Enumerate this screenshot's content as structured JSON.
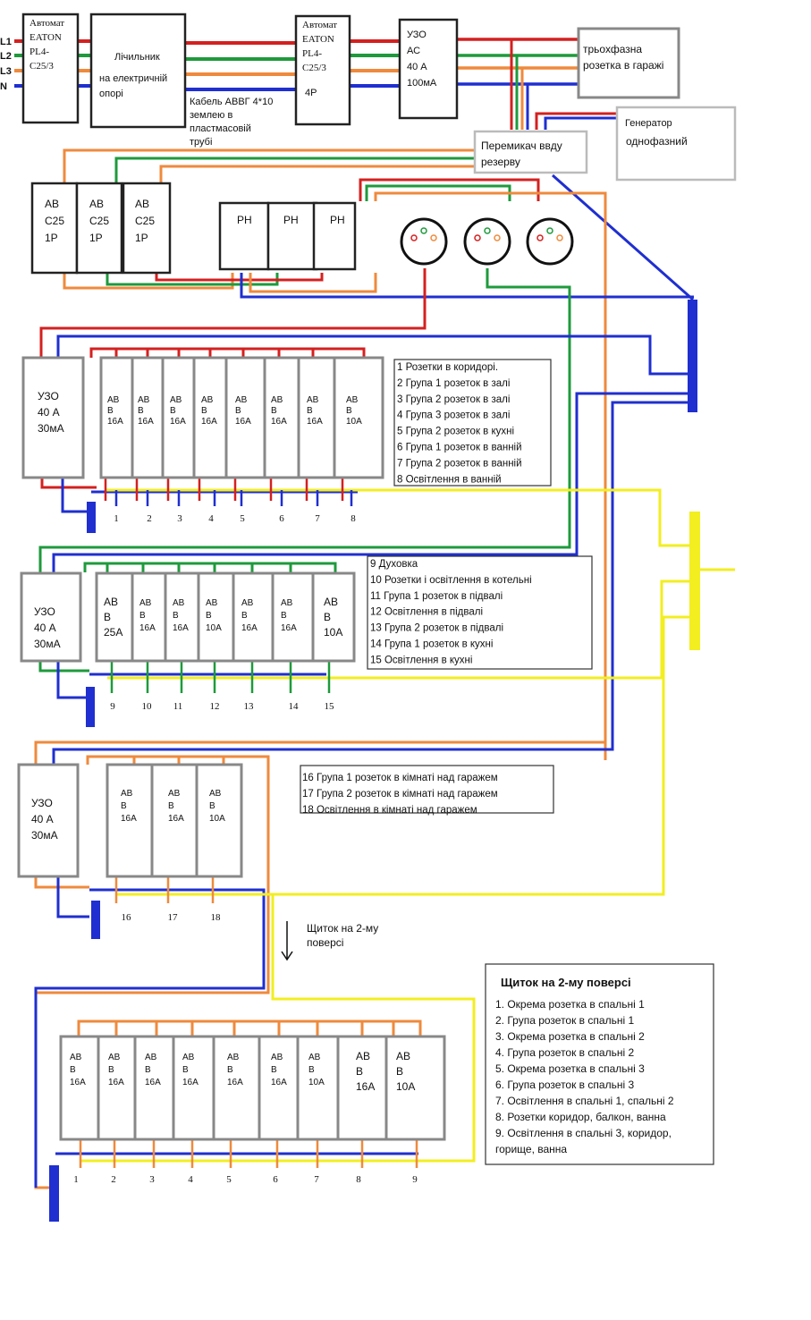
{
  "colors": {
    "L1": "#d42020",
    "L2": "#1e9a3c",
    "L3": "#ef8a3c",
    "N": "#1f2fd0",
    "PE": "#f2ee20",
    "box": "#222222",
    "gray": "#888888"
  },
  "phases": [
    "L1",
    "L2",
    "L3",
    "N"
  ],
  "top": {
    "breaker1": [
      "Автомат",
      "EATON",
      "PL4-",
      "C25/3"
    ],
    "meter": [
      "Лічильник",
      "на електричній",
      "опорі"
    ],
    "cable": [
      "Кабель АВВГ 4*10",
      "землею в",
      "пластмасовій",
      "трубі"
    ],
    "breaker2": [
      "Автомат",
      "EATON",
      "PL4-",
      "C25/3",
      "4P"
    ],
    "rcd": [
      "УЗО",
      "АС",
      "40 А",
      "100мА"
    ],
    "socket": [
      "трьохфазна",
      "розетка в гаражі"
    ],
    "generator": [
      "Генератор",
      "однофазний"
    ],
    "transfer": [
      "Перемикач ввду",
      "резерву"
    ]
  },
  "row2": {
    "breakers": [
      [
        "АВ",
        "С25",
        "1Р"
      ],
      [
        "АВ",
        "С25",
        "1Р"
      ],
      [
        "АВ",
        "С25",
        "1Р"
      ]
    ],
    "rh": [
      "РН",
      "РН",
      "РН"
    ]
  },
  "board1": {
    "rcd": [
      "УЗО",
      "40 А",
      "30мА"
    ],
    "breakers": [
      [
        "АВ",
        "В",
        "16А"
      ],
      [
        "АВ",
        "В",
        "16А"
      ],
      [
        "АВ",
        "В",
        "16А"
      ],
      [
        "АВ",
        "В",
        "16А"
      ],
      [
        "АВ",
        "В",
        "16А"
      ],
      [
        "АВ",
        "В",
        "16А"
      ],
      [
        "АВ",
        "В",
        "16А"
      ],
      [
        "АВ",
        "В",
        "10А"
      ]
    ],
    "numbers": [
      "1",
      "2",
      "3",
      "4",
      "5",
      "6",
      "7",
      "8"
    ],
    "legend": [
      "1  Розетки в коридорі.",
      "2  Група 1 розеток в залі",
      "3  Група 2 розеток в залі",
      "4  Група 3 розеток в залі",
      "5  Група 2 розеток в кухні",
      "6  Група 1 розеток в ванній",
      "7  Група 2 розеток в ванній",
      "8  Освітлення в ванній"
    ]
  },
  "board2": {
    "rcd": [
      "УЗО",
      "40 А",
      "30мА"
    ],
    "breakers": [
      [
        "АВ",
        "В",
        "25А"
      ],
      [
        "АВ",
        "В",
        "16А"
      ],
      [
        "АВ",
        "В",
        "16А"
      ],
      [
        "АВ",
        "В",
        "10А"
      ],
      [
        "АВ",
        "В",
        "16А"
      ],
      [
        "АВ",
        "В",
        "16А"
      ],
      [
        "АВ",
        "В",
        "10А"
      ]
    ],
    "numbers": [
      "9",
      "10",
      "11",
      "12",
      "13",
      "14",
      "15"
    ],
    "legend": [
      "9   Духовка",
      "10 Розетки і освітлення в котельні",
      "11 Група 1 розеток в підвалі",
      "12 Освітлення в підвалі",
      "13 Група 2 розеток в підвалі",
      "14 Група 1 розеток в кухні",
      "15  Освітлення в кухні"
    ]
  },
  "board3": {
    "rcd": [
      "УЗО",
      "40 А",
      "30мА"
    ],
    "breakers": [
      [
        "АВ",
        "В",
        "16А"
      ],
      [
        "АВ",
        "В",
        "16А"
      ],
      [
        "АВ",
        "В",
        "10А"
      ]
    ],
    "numbers": [
      "16",
      "17",
      "18"
    ],
    "legend": [
      "16  Група 1 розеток в кімнаті над гаражем",
      "17  Група 2 розеток в кімнаті над гаражем",
      "18  Освітлення в кімнаті над гаражем"
    ]
  },
  "arrow_note": [
    "Щиток на 2-му",
    "поверсі"
  ],
  "board4": {
    "breakers": [
      [
        "АВ",
        "В",
        "16А"
      ],
      [
        "АВ",
        "В",
        "16А"
      ],
      [
        "АВ",
        "В",
        "16А"
      ],
      [
        "АВ",
        "В",
        "16А"
      ],
      [
        "АВ",
        "В",
        "16А"
      ],
      [
        "АВ",
        "В",
        "16А"
      ],
      [
        "АВ",
        "В",
        "10А"
      ],
      [
        "АВ",
        "В",
        "16А"
      ],
      [
        "АВ",
        "В",
        "10А"
      ]
    ],
    "numbers": [
      "1",
      "2",
      "3",
      "4",
      "5",
      "6",
      "7",
      "8",
      "9"
    ],
    "legend_title": "Щиток на 2-му поверсі",
    "legend": [
      "1. Окрема розетка в спальні 1",
      "2. Група розеток в спальні 1",
      "3. Окрема розетка в спальні 2",
      "4. Група розеток в спальні 2",
      "5. Окрема розетка в спальні 3",
      "6. Група розеток в спальні 3",
      "7. Освітлення в спальні 1, спальні 2",
      "8. Розетки коридор, балкон, ванна",
      "9. Освітлення в спальні 3, коридор,",
      "горище, ванна"
    ]
  }
}
